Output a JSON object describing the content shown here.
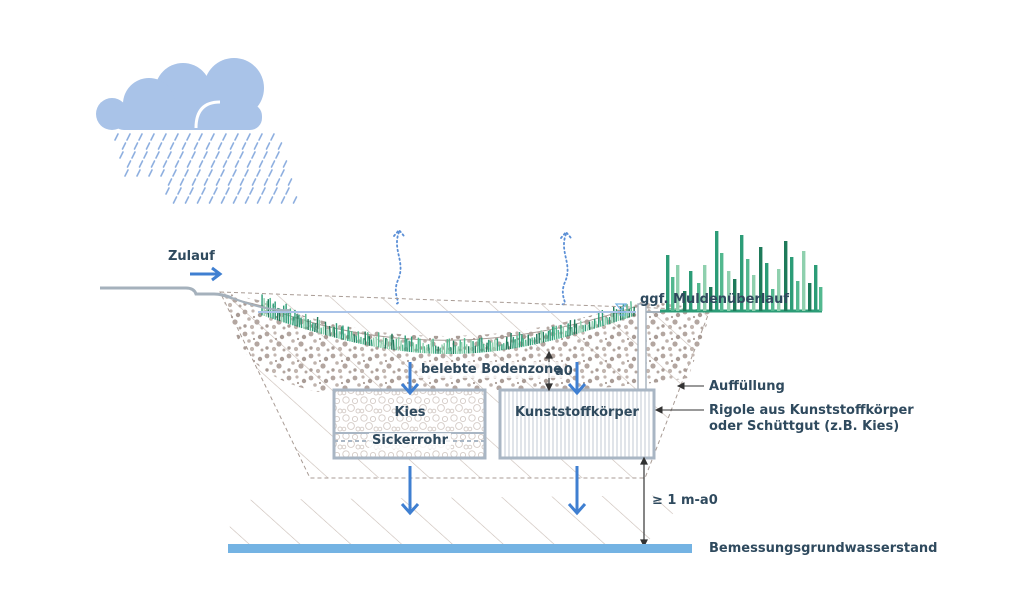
{
  "labels": {
    "zulauf": "Zulauf",
    "muldenueberlauf": "ggf. Muldenüberlauf",
    "bodenzone": "belebte Bodenzone",
    "a0": "a",
    "a0_sub": "0",
    "auffuellung": "Auffüllung",
    "rigole_line1": "Rigole aus Kunststoffkörper",
    "rigole_line2": "oder Schüttgut (z.B. Kies)",
    "kies": "Kies",
    "sickerrohr": "Sickerrohr",
    "kunststoffkoerper": "Kunststoffkörper",
    "abstand": "≥ 1 m-a",
    "abstand_sub": "0",
    "grundwasser": "Bemessungsgrundwasserstand"
  },
  "colors": {
    "text": "#2f4a5e",
    "cloud": "#a9c3e8",
    "rain": "#8fb0e0",
    "arrow": "#3f7fd1",
    "soil": "#b3a6a0",
    "hatch": "#c9bdb5",
    "rigole_frame": "#a9b6c4",
    "groundwater": "#74b3e3",
    "grass": "#2c9c77",
    "grass_light": "#8fd0ae"
  }
}
